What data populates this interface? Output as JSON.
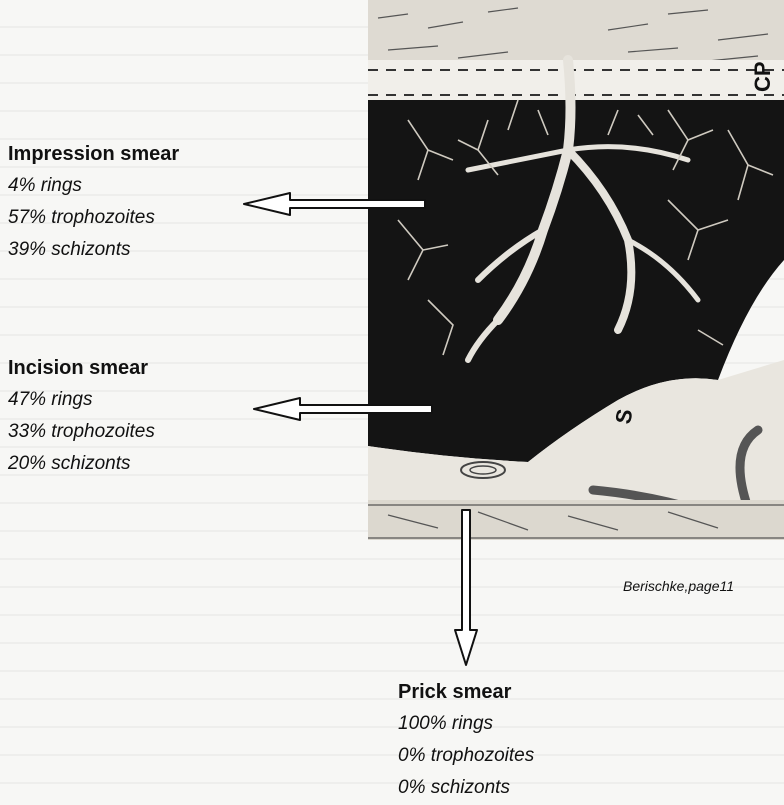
{
  "labels": {
    "impression": {
      "heading": "Impression smear",
      "rings": "4% rings",
      "trophozoites": "57% trophozoites",
      "schizonts": "39% schizonts"
    },
    "incision": {
      "heading": "Incision smear",
      "rings": "47% rings",
      "trophozoites": "33% trophozoites",
      "schizonts": "20% schizonts"
    },
    "prick": {
      "heading": "Prick smear",
      "rings": "100% rings",
      "trophozoites": "0% trophozoites",
      "schizonts": "0% schizonts"
    }
  },
  "illustration": {
    "cp_label": "CP",
    "s_label": "S"
  },
  "credit": "Berischke,page11"
}
